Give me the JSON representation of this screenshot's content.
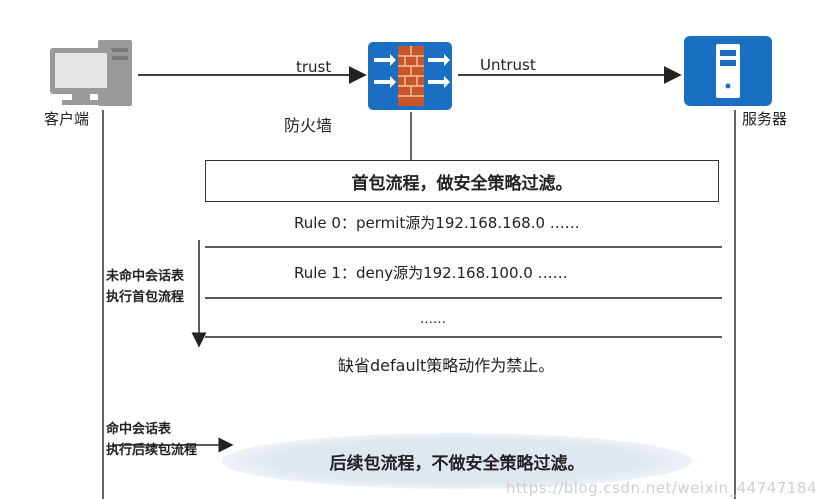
{
  "nodes": {
    "client": {
      "label": "客户端",
      "icon": "pc-icon"
    },
    "firewall": {
      "label": "防火墙",
      "icon": "firewall-icon"
    },
    "server": {
      "label": "服务器",
      "icon": "server-icon"
    }
  },
  "links": {
    "trust": "trust",
    "untrust": "Untrust"
  },
  "first_packet_box": "首包流程，做安全策略过滤。",
  "rules": {
    "rule0": "Rule 0：permit源为192.168.168.0 ……",
    "rule1": "Rule 1：deny源为192.168.100.0   ……",
    "ellipsis": "……",
    "default": "缺省default策略动作为禁止。"
  },
  "side_labels": {
    "miss_line1": "未命中会话表",
    "miss_line2": "执行首包流程",
    "hit_line1": "命中会话表",
    "hit_line2": "执行后续包流程"
  },
  "subsequent_packet": "后续包流程，不做安全策略过滤。",
  "watermark": "https://blog.csdn.net/weixin_44747184",
  "colors": {
    "firewall_blue": "#1b6fc2",
    "server_blue": "#1b6fc2",
    "brick": "#c8562a",
    "line": "#222222",
    "ellipse_fill": "#dfe7f1"
  }
}
